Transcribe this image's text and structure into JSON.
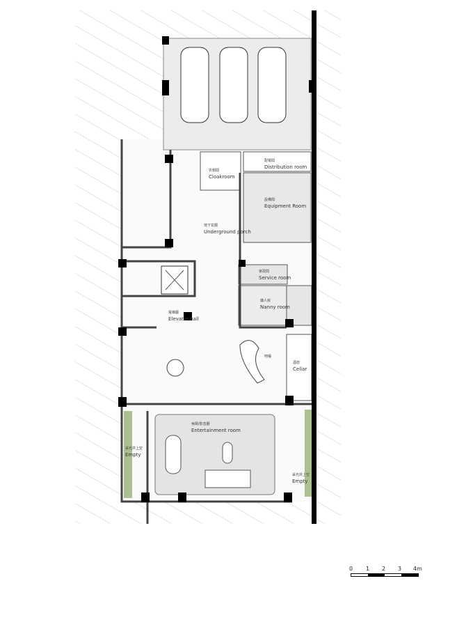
{
  "rooms": {
    "distribution": {
      "cn": "配電間",
      "en": "Distribution room"
    },
    "cloakroom": {
      "cn": "衣帽間",
      "en": "Cloakroom"
    },
    "equipment": {
      "cn": "設備間",
      "en": "Equipment Room"
    },
    "porch": {
      "cn": "地下玄關",
      "en": "Underground porch"
    },
    "service": {
      "cn": "家政間",
      "en": "Service room"
    },
    "nanny": {
      "cn": "傭人房",
      "en": "Nanny room"
    },
    "elevator": {
      "cn": "電梯廳",
      "en": "Elevator hall"
    },
    "bar": {
      "cn": "吧檯"
    },
    "cellar": {
      "cn": "酒窖",
      "en": "Cellar"
    },
    "entertainment": {
      "cn": "休閑/影音廳",
      "en": "Entertainment room"
    },
    "empty_left": {
      "cn": "采光井上空",
      "en": "Empty"
    },
    "empty_right": {
      "cn": "采光井上空",
      "en": "Empty"
    }
  },
  "scale_bar": {
    "ticks": [
      "0",
      "1",
      "2",
      "3",
      "4m"
    ]
  },
  "colors": {
    "wall": "#000000",
    "garage": "#ececec",
    "hatch": "#c8c8c8",
    "planting": "#7a9a4a"
  }
}
